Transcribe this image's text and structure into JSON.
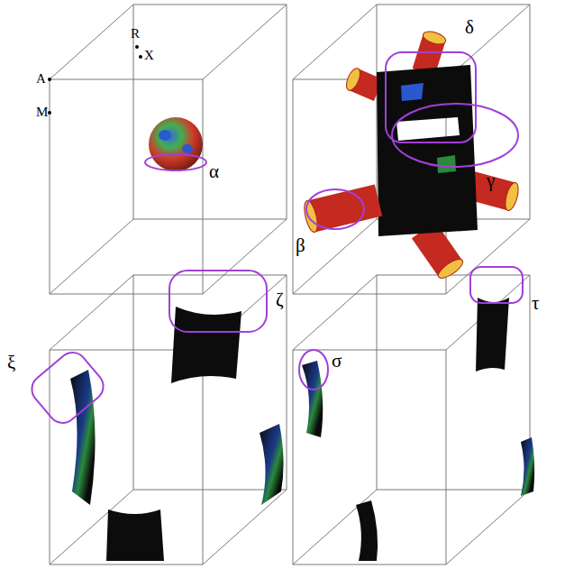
{
  "diagram": {
    "labels": [
      "R",
      "A",
      "X",
      "M",
      "α",
      "δ",
      "γ",
      "β",
      "ξ",
      "ζ",
      "τ",
      "σ"
    ]
  }
}
